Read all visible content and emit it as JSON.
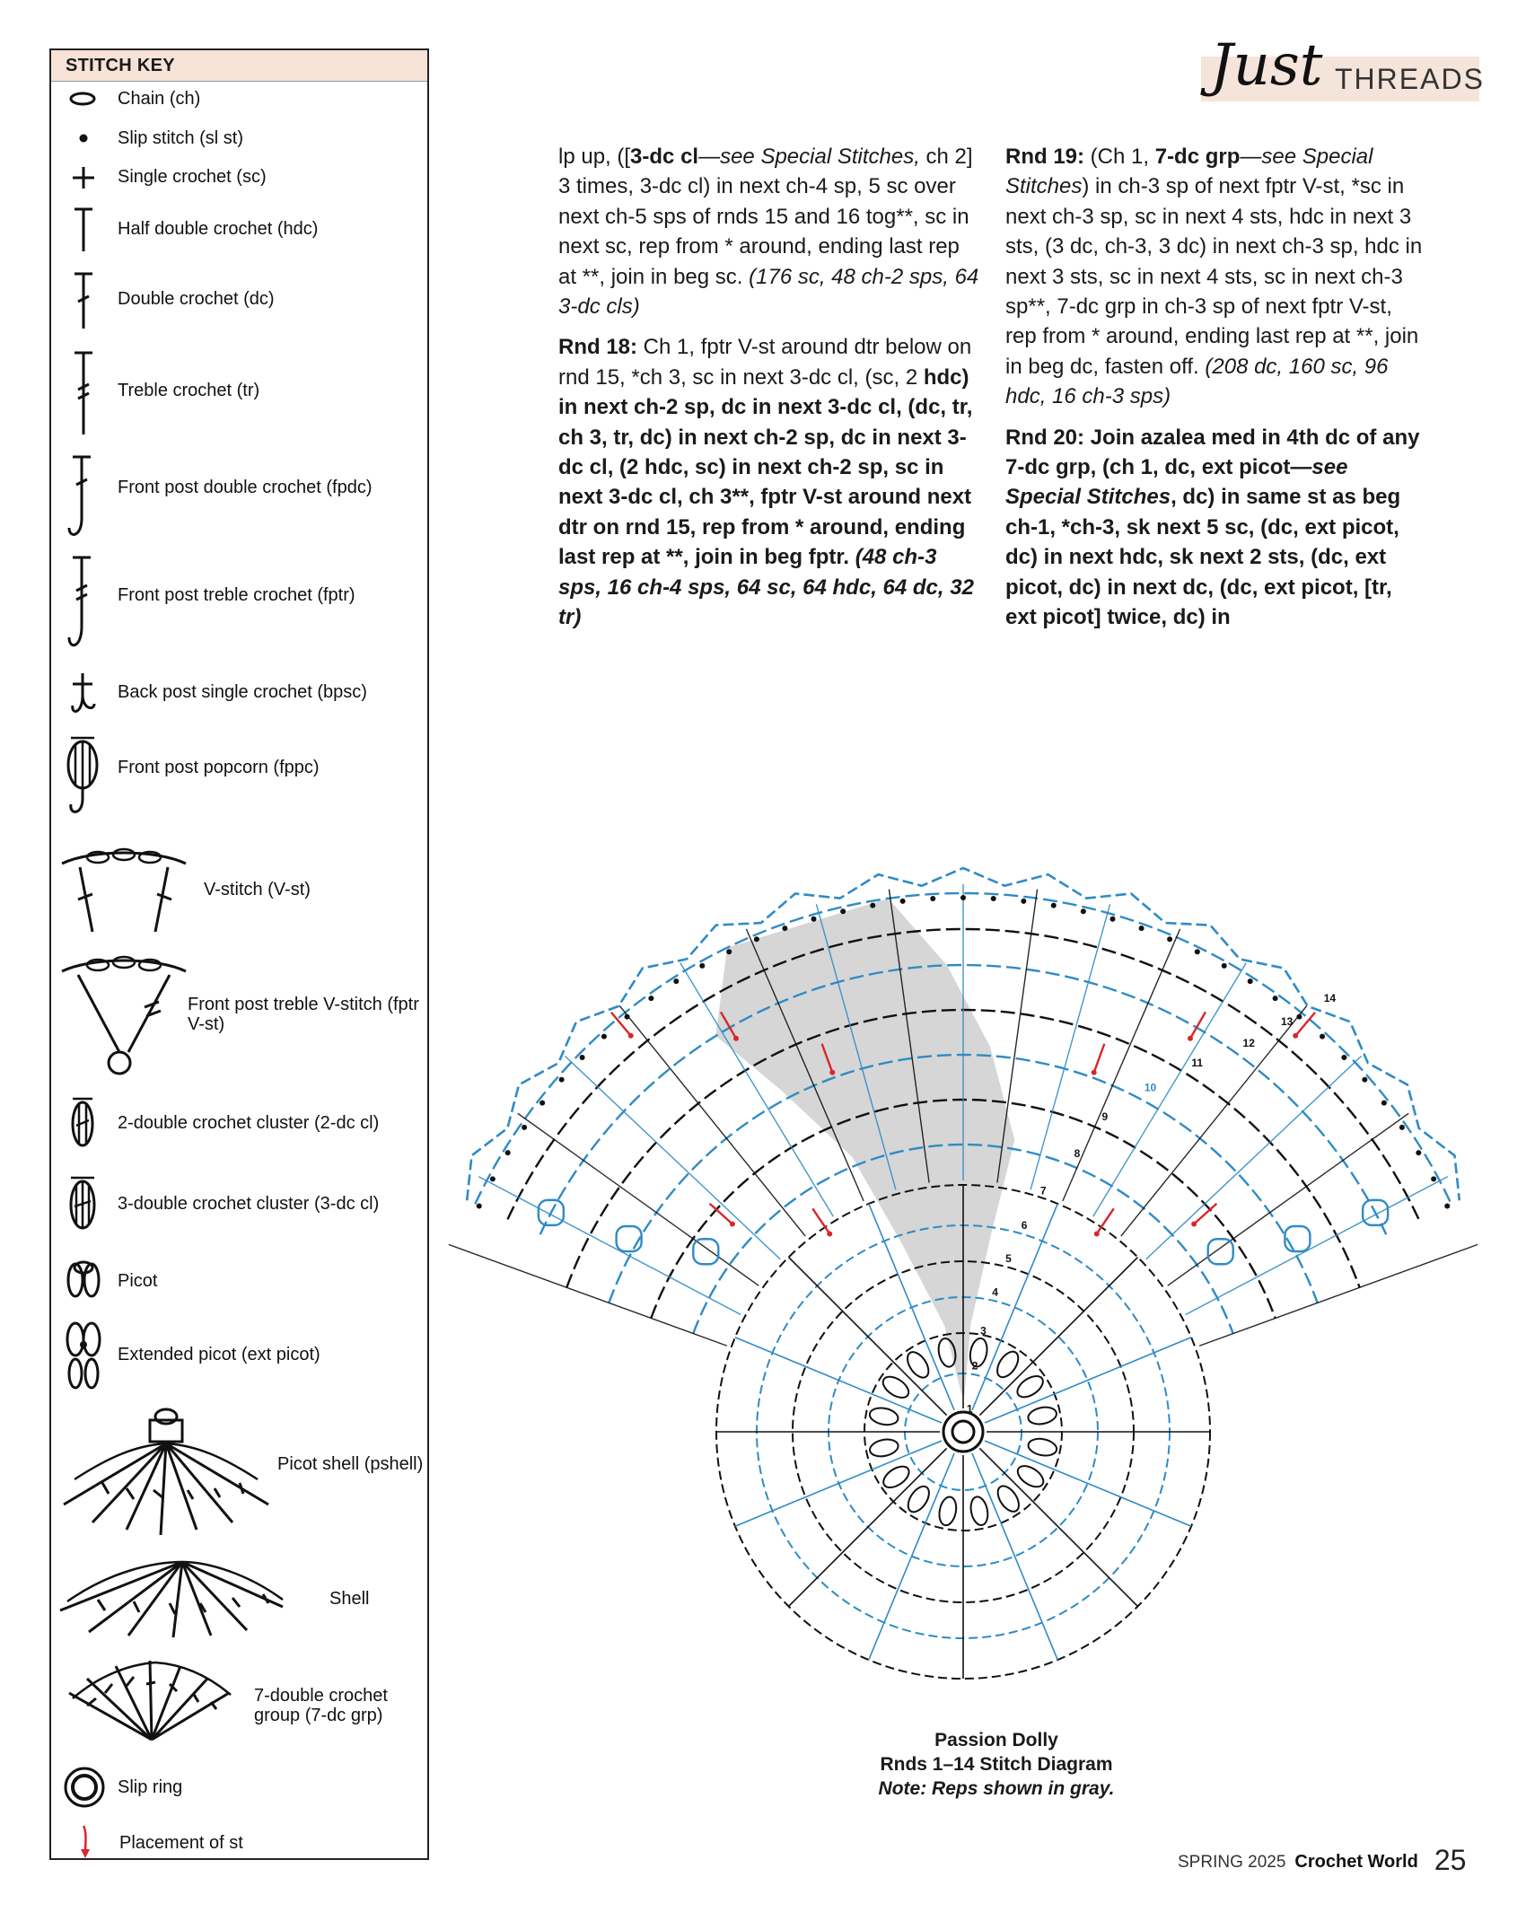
{
  "stitch_key": {
    "title": "STITCH KEY",
    "items": [
      {
        "icon": "chain-oval-icon",
        "label": "Chain (ch)"
      },
      {
        "icon": "dot-icon",
        "label": "Slip stitch (sl st)"
      },
      {
        "icon": "plus-icon",
        "label": "Single crochet (sc)"
      },
      {
        "icon": "t-bar-icon",
        "label": "Half double crochet (hdc)"
      },
      {
        "icon": "t-one-slash-icon",
        "label": "Double crochet (dc)"
      },
      {
        "icon": "t-two-slash-icon",
        "label": "Treble crochet (tr)"
      },
      {
        "icon": "post-hook-one-slash-icon",
        "label": "Front post double crochet (fpdc)"
      },
      {
        "icon": "post-hook-two-slash-icon",
        "label": "Front post treble crochet (fptr)"
      },
      {
        "icon": "back-post-cross-icon",
        "label": "Back post single crochet (bpsc)"
      },
      {
        "icon": "popcorn-icon",
        "label": "Front post popcorn (fppc)"
      },
      {
        "icon": "v-stitch-icon",
        "label": "V-stitch (V-st)"
      },
      {
        "icon": "fptr-v-stitch-icon",
        "label": "Front post treble V-stitch (fptr V-st)"
      },
      {
        "icon": "two-dc-cluster-icon",
        "label": "2-double crochet cluster (2-dc cl)"
      },
      {
        "icon": "three-dc-cluster-icon",
        "label": "3-double crochet cluster (3-dc cl)"
      },
      {
        "icon": "picot-icon",
        "label": "Picot"
      },
      {
        "icon": "extended-picot-icon",
        "label": "Extended picot (ext picot)"
      },
      {
        "icon": "picot-shell-icon",
        "label": "Picot shell (pshell)"
      },
      {
        "icon": "shell-icon",
        "label": "Shell"
      },
      {
        "icon": "seven-dc-group-icon",
        "label": "7-double crochet group (7-dc grp)"
      },
      {
        "icon": "slip-ring-icon",
        "label": "Slip ring"
      },
      {
        "icon": "red-arrow-icon",
        "label": "Placement of st"
      }
    ]
  },
  "header": {
    "script": "Just",
    "word": "THREADS"
  },
  "pattern": {
    "col_left": {
      "p1": {
        "t1": "lp up, ([",
        "t2": "3-dc cl",
        "t3": "—see Special Stitches,",
        "t4": " ch 2] 3 times, 3-dc cl) in next ch-4 sp, 5 sc over next ch-5 sps of rnds 15 and 16 tog**, sc in next sc, rep from * around, ending last rep at **, join in beg sc. ",
        "t5": "(176 sc, 48 ch-2 sps, 64 3-dc cls)"
      },
      "p2": {
        "t1": "Rnd 18:",
        "t2": " Ch 1, fptr V-st around dtr below on rnd 15, *ch 3, sc in next 3-dc cl, (sc, 2 ",
        "t3": "hdc) in next ch-2 sp, dc in next 3-dc cl, (dc, tr, ch 3, tr, dc) in next ch-2 sp, dc in next 3-dc cl, (2 hdc, sc) in next ch-2 sp, sc in next 3-dc cl, ch 3**, fptr V-st around next dtr on rnd 15, rep from * around, ending last rep at **, join in beg fptr. ",
        "t4": "(48 ch-3 sps, 16 ch-4 sps, 64 sc, 64 hdc, 64 dc, 32 tr)"
      }
    },
    "col_right": {
      "p1": {
        "t1": "Rnd 19:",
        "t2": " (Ch 1, ",
        "t3": "7-dc grp",
        "t4": "—see Special Stitches",
        "t5": ") in ch-3 sp of next fptr V-st, *sc in next ch-3 sp, sc in next 4 sts, hdc in next 3 sts, (3 dc, ch-3, 3 dc) in next ch-3 sp, hdc in next 3 sts, sc in next 4 sts, sc in next ch-3 sp**, 7-dc grp in ch-3 sp of next fptr V-st, rep from * around, ending last rep at **, join in beg dc, fasten off. ",
        "t6": "(208 dc, 160 sc, 96 hdc, 16 ch-3 sps)"
      },
      "p2": {
        "t1": "Rnd 20:",
        "t2": " Join azalea med in 4th dc of any 7-dc grp, (ch 1, dc, ",
        "t3": "ext picot",
        "t4": "—see Special Stitches",
        "t5": ", dc) in same st as beg ch-1, *ch-3, sk next 5 sc, (dc, ext picot, dc) in next hdc, sk next 2 sts, (dc, ext picot, dc) in next dc, (dc, ext picot, [tr, ext picot] twice, dc) in"
      }
    }
  },
  "diagram": {
    "caption_title": "Passion Dolly",
    "caption_sub": "Rnds 1–14 Stitch Diagram",
    "note_label": "Note:",
    "note_text": " Reps shown in gray.",
    "round_labels": [
      "1",
      "2",
      "3",
      "4",
      "5",
      "6",
      "7",
      "8",
      "9",
      "10",
      "11",
      "12",
      "13",
      "14"
    ],
    "colors": {
      "blue": "#2f8bc6",
      "black": "#111111",
      "gray": "#cfcfcf",
      "red": "#d8262b"
    }
  },
  "footer": {
    "issue": "SPRING 2025",
    "magazine": "Crochet World",
    "page": "25"
  }
}
